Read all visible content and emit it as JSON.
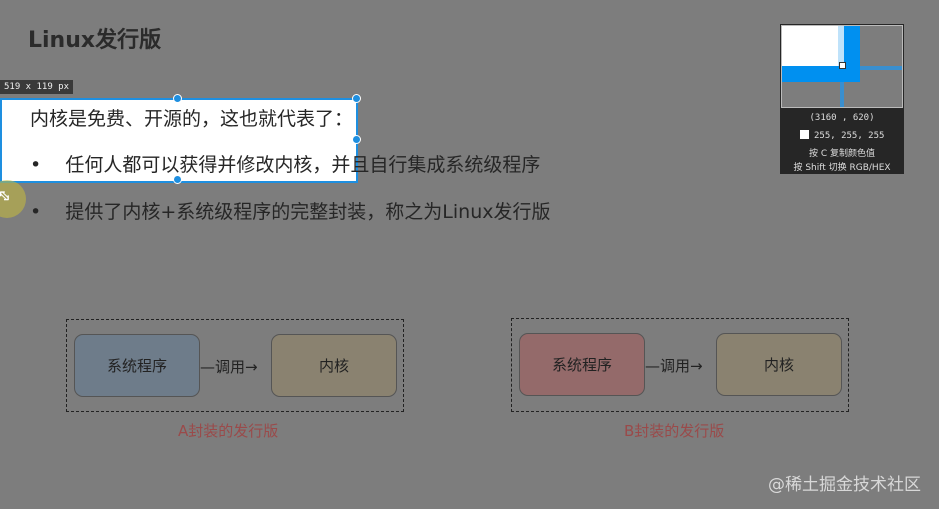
{
  "title": "Linux发行版",
  "intro": "内核是免费、开源的，这也就代表了：",
  "bullets": [
    "任何人都可以获得并修改内核，并且自行集成系统级程序",
    "提供了内核+系统级程序的完整封装，称之为Linux发行版"
  ],
  "selection": {
    "size_label": "519 x 119  px"
  },
  "color_picker": {
    "coords": "(3160 , 620)",
    "rgb": "255, 255, 255",
    "hint_copy": "按 C 复制颜色值",
    "hint_switch": "按 Shift 切换 RGB/HEX",
    "swatch_color": "#ffffff"
  },
  "diagrams": [
    {
      "left": "系统程序",
      "arrow": "—调用→",
      "right": "内核",
      "caption": "A封装的发行版",
      "left_color": "#6e7c8a"
    },
    {
      "left": "系统程序",
      "arrow": "—调用→",
      "right": "内核",
      "caption": "B封装的发行版",
      "left_color": "#946a6a"
    }
  ],
  "watermark": "@稀土掘金技术社区"
}
